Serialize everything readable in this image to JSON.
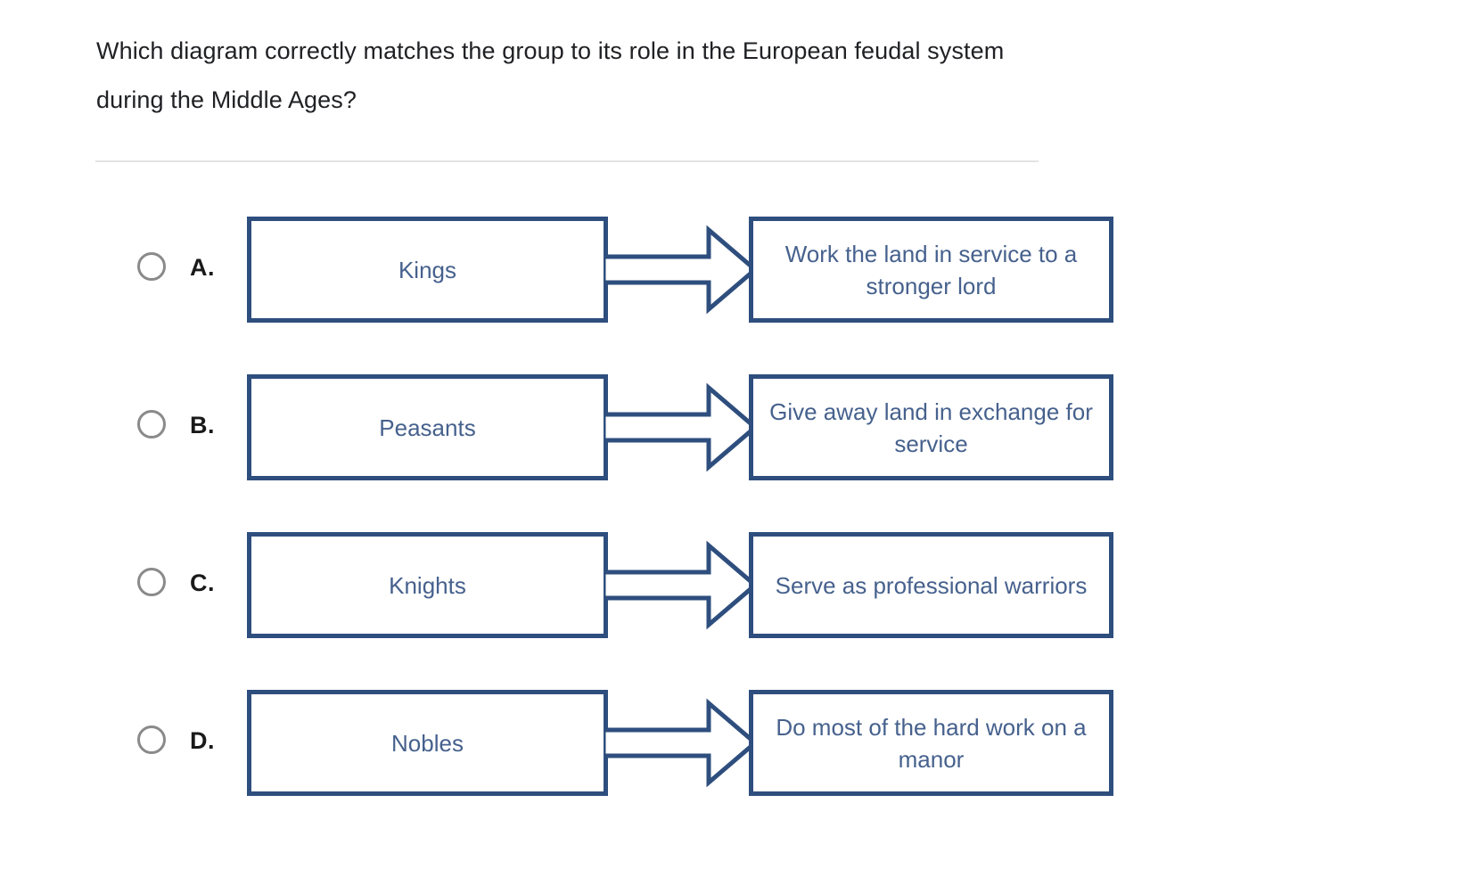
{
  "question": {
    "text": "Which diagram correctly matches the group to its role in the European feudal system during the Middle Ages?"
  },
  "colors": {
    "box_border": "#2e4e7e",
    "box_text": "#46618d",
    "arrow_outline": "#2e4e7e",
    "arrow_fill": "#ffffff",
    "question_text": "#202124",
    "radio_outline": "#8a8a8a",
    "divider": "#e3e3e3",
    "page_background": "#ffffff"
  },
  "options": [
    {
      "letter": "A.",
      "selected": false,
      "group": "Kings",
      "role": "Work the land in service to a stronger lord",
      "connector": "right-block-arrow"
    },
    {
      "letter": "B.",
      "selected": false,
      "group": "Peasants",
      "role": "Give away land in exchange for service",
      "connector": "right-block-arrow"
    },
    {
      "letter": "C.",
      "selected": false,
      "group": "Knights",
      "role": "Serve as professional warriors",
      "connector": "right-block-arrow"
    },
    {
      "letter": "D.",
      "selected": false,
      "group": "Nobles",
      "role": "Do most of the hard work on a manor",
      "connector": "right-block-arrow"
    }
  ]
}
